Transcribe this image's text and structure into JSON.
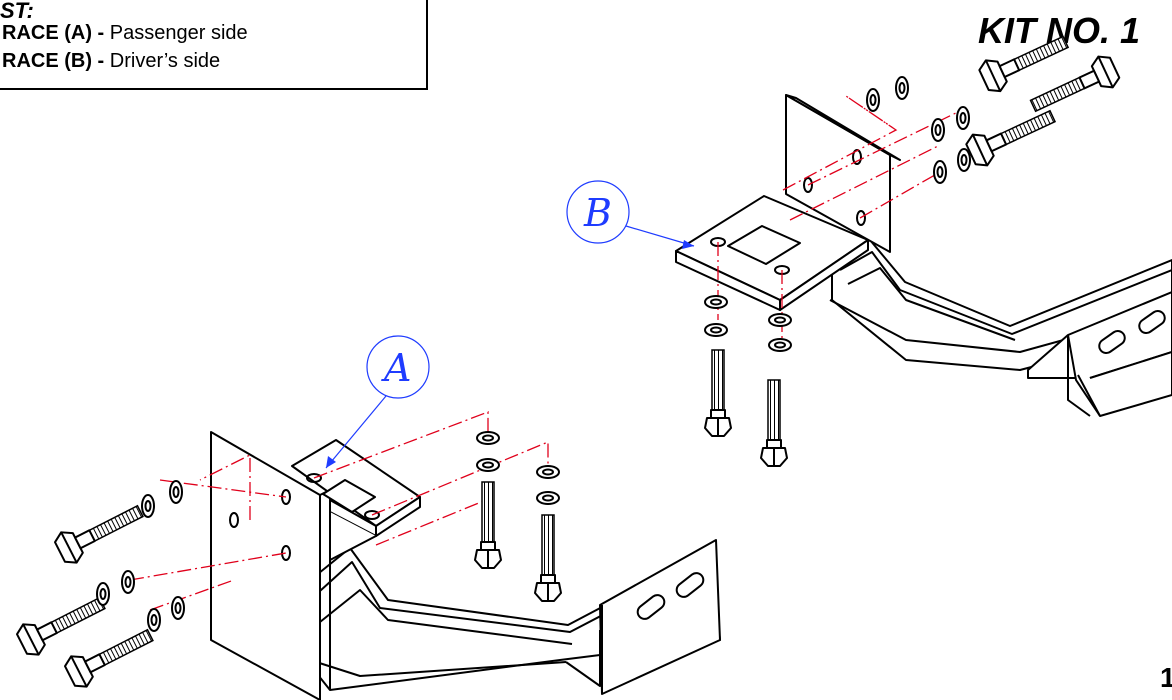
{
  "parts_list": {
    "header": "ST:",
    "items": [
      {
        "code": "RACE (A) -",
        "desc": "Passenger side"
      },
      {
        "code": "RACE (B) -",
        "desc": "Driver’s side"
      }
    ]
  },
  "kit_title": "KIT NO. 1",
  "page_number": "1",
  "callouts": [
    {
      "label": "A",
      "color": "#1f3cff"
    },
    {
      "label": "B",
      "color": "#1f3cff"
    }
  ],
  "colors": {
    "centerline": "#e0001b",
    "callout": "#1f3cff",
    "line": "#000000"
  }
}
